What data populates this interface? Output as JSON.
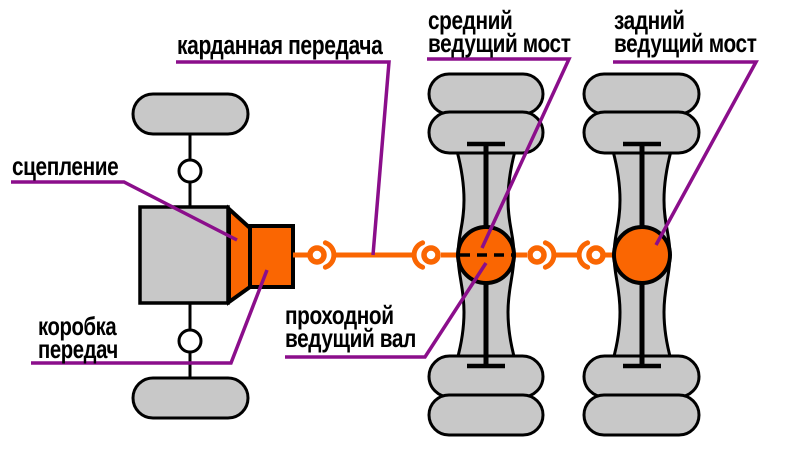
{
  "diagram": {
    "labels": {
      "cardan_drive": "карданная передача",
      "middle_axle": "средний\nведущий мост",
      "rear_axle": "задний\nведущий мост",
      "clutch": "сцепление",
      "gearbox": "коробка\nпередач",
      "through_shaft": "проходной\nведущий вал"
    },
    "colors": {
      "orange": "#FA6602",
      "purple": "#8B0E8B",
      "gray_fill": "#C8C8C8",
      "outline": "#000000",
      "background": "#FFFFFF",
      "label_text": "#000000"
    }
  }
}
